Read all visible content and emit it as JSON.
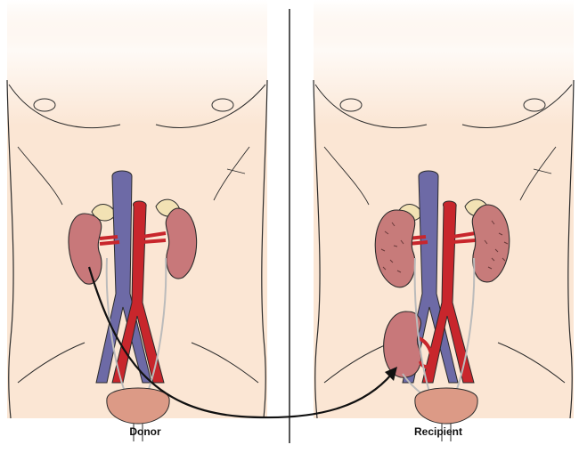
{
  "panels": [
    {
      "id": "donor",
      "label": "Donor"
    },
    {
      "id": "recipient",
      "label": "Recipient"
    }
  ],
  "colors": {
    "skin": "#fbe6d4",
    "outline": "#2b2b2b",
    "vein": "#6d6aa6",
    "artery": "#c8262c",
    "kidney": "#c8787a",
    "diseased_kidney": "#c77b7a",
    "adrenal": "#f2e2b4",
    "bladder": "#dc9a86",
    "arrow": "#111111"
  }
}
